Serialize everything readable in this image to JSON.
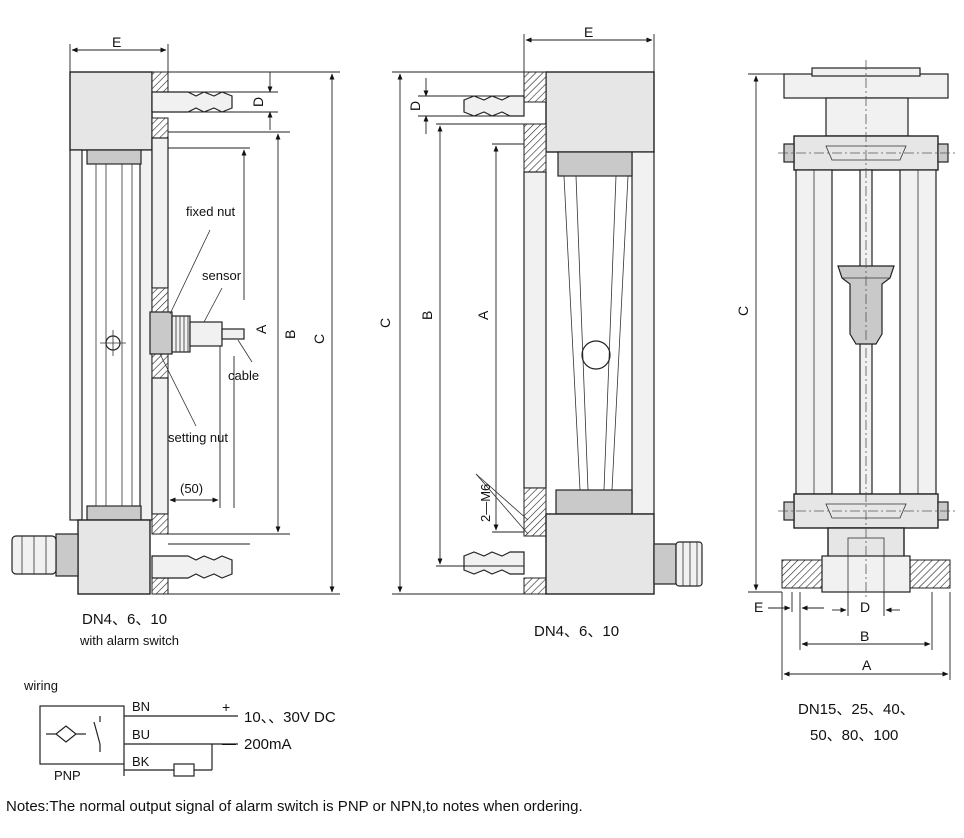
{
  "views": {
    "left": {
      "caption_line1": "DN4、6、10",
      "caption_line2": "with alarm switch",
      "dim_E": "E",
      "dim_D": "D",
      "dim_A": "A",
      "dim_B": "B",
      "dim_C": "C",
      "dim_50": "(50)",
      "label_fixed_nut": "fixed nut",
      "label_sensor": "sensor",
      "label_cable": "cable",
      "label_setting_nut": "setting nut"
    },
    "middle": {
      "caption": "DN4、6、10",
      "dim_E": "E",
      "dim_D": "D",
      "dim_C": "C",
      "dim_B": "B",
      "dim_A": "A",
      "label_m6": "2—M6"
    },
    "right": {
      "caption_line1": "DN15、25、40、",
      "caption_line2": "50、80、100",
      "dim_C": "C",
      "dim_E": "E",
      "dim_D": "D",
      "dim_B": "B",
      "dim_A": "A"
    }
  },
  "wiring": {
    "title": "wiring",
    "label_bn": "BN",
    "label_bu": "BU",
    "label_bk": "BK",
    "label_pnp": "PNP",
    "plus": "+",
    "minus": "—",
    "voltage": "10、、30V  DC",
    "current": "200mA"
  },
  "notes": "Notes:The normal output signal of alarm switch is PNP or NPN,to notes when ordering."
}
